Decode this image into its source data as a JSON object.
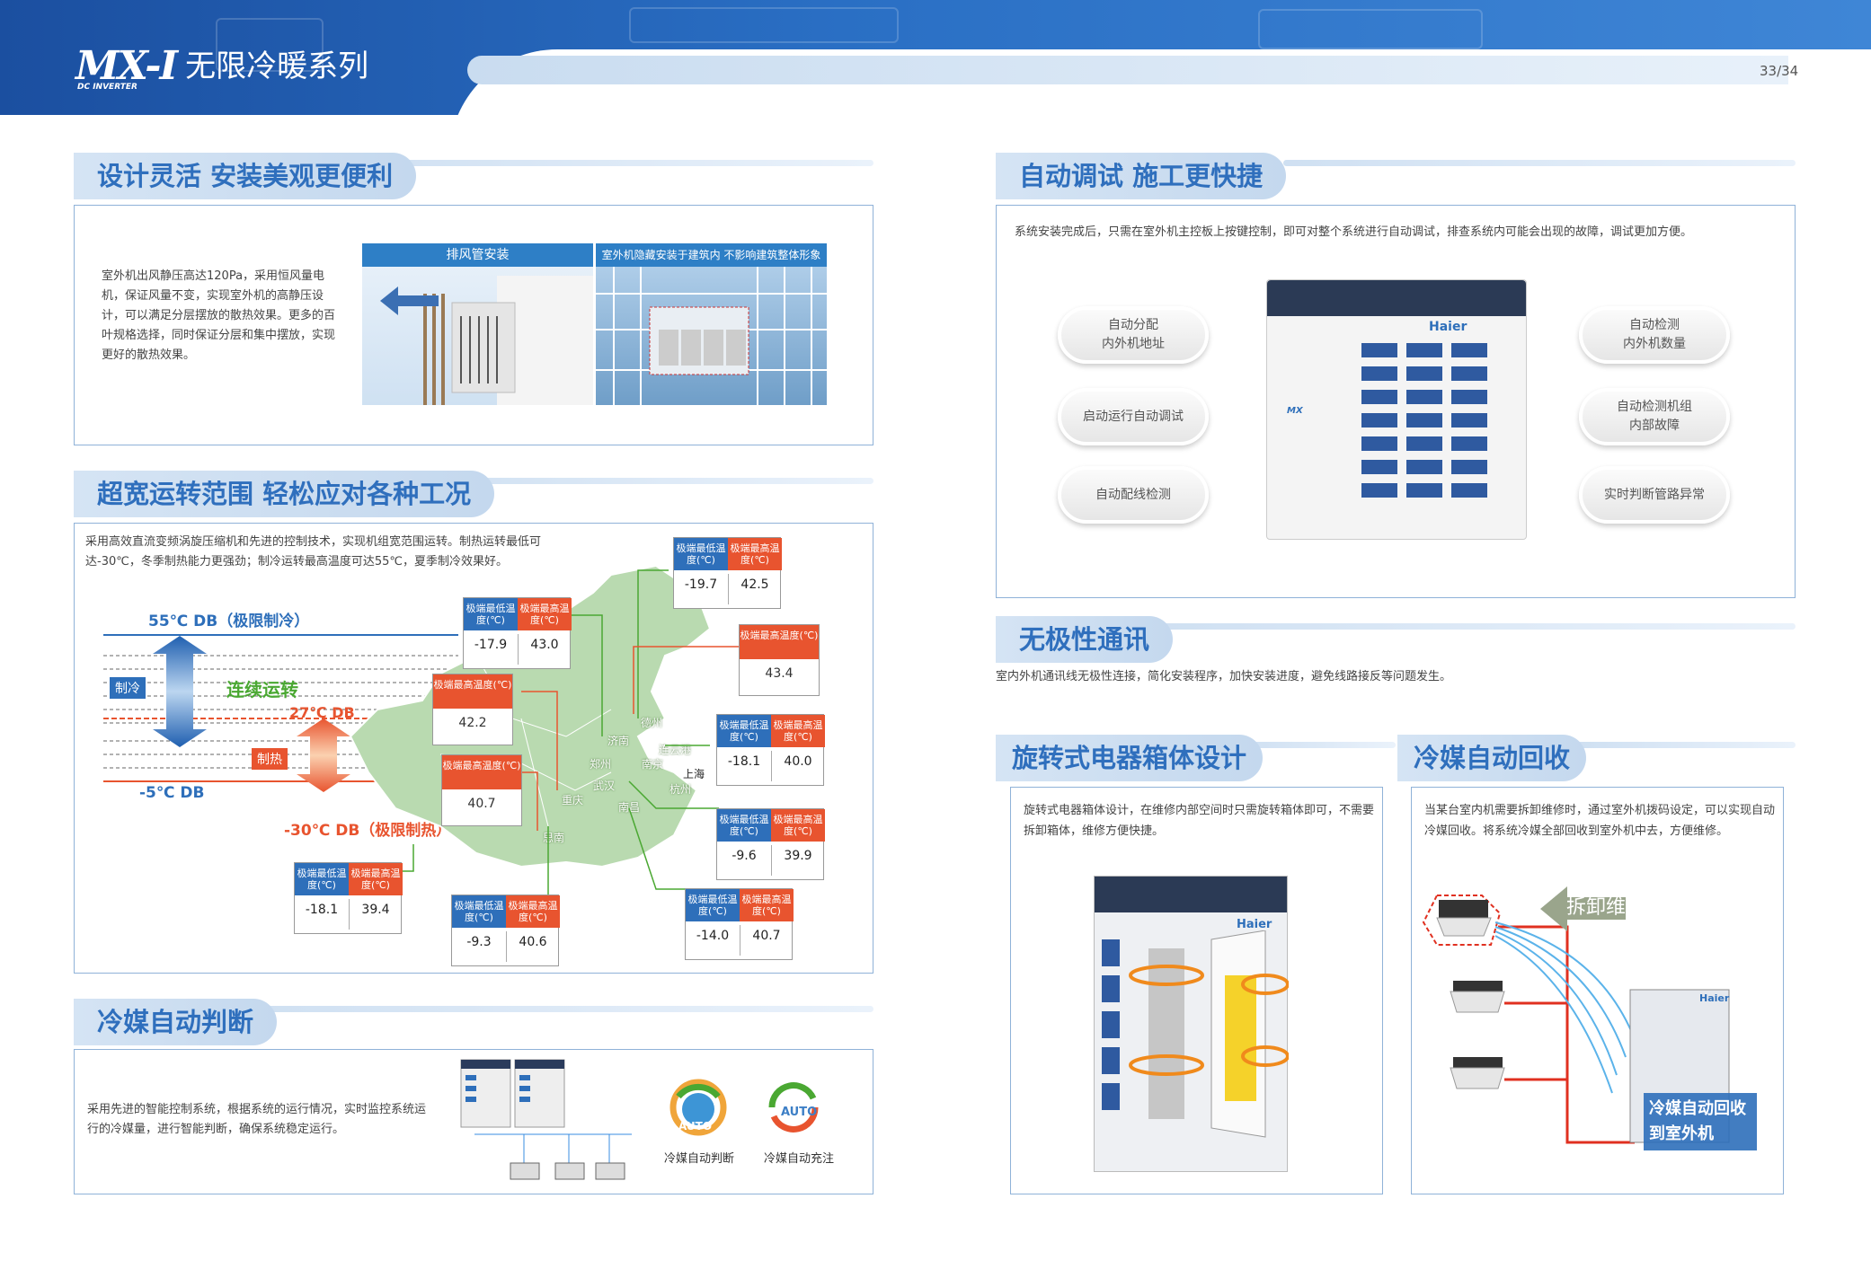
{
  "header": {
    "logo": "MX-I",
    "logo_sub": "DC INVERTER",
    "title": "无限冷暖系列",
    "page": "33/34"
  },
  "s1": {
    "title": "设计灵活 安装美观更便利",
    "text": "室外机出风静压高达120Pa，采用恒风量电机，保证风量不变，实现室外机的高静压设计，可以满足分层摆放的散热效果。更多的百叶规格选择，同时保证分层和集中摆放，实现更好的散热效果。",
    "img1_label": "排风管安装",
    "img2_label": "室外机隐藏安装于建筑内 不影响建筑整体形象"
  },
  "s2": {
    "title": "超宽运转范围 轻松应对各种工况",
    "text": "采用高效直流变频涡旋压缩机和先进的控制技术，实现机组宽范围运转。制热运转最低可达-30℃，冬季制热能力更强劲；制冷运转最高温度可达55℃，夏季制冷效果好。",
    "diagram": {
      "top": "55℃ DB（极限制冷）",
      "cool": "制冷",
      "continuous": "连续运转",
      "mid": "27℃ DB",
      "heat": "制热",
      "low": "-5℃ DB",
      "bottom": "-30℃ DB（极限制热）"
    },
    "h_low": "极端最低温度(℃)",
    "h_high": "极端最高温度(℃)",
    "cities": [
      "济南",
      "德州",
      "郑州",
      "南京",
      "连云港",
      "上海",
      "武汉",
      "杭州",
      "南昌",
      "重庆",
      "思南"
    ],
    "cards": [
      {
        "lo": "-19.7",
        "hi": "42.5"
      },
      {
        "lo": "-17.9",
        "hi": "43.0"
      },
      {
        "hi": "43.4"
      },
      {
        "hi": "42.2"
      },
      {
        "lo": "-18.1",
        "hi": "40.0"
      },
      {
        "hi": "40.7"
      },
      {
        "lo": "-9.6",
        "hi": "39.9"
      },
      {
        "lo": "-18.1",
        "hi": "39.4"
      },
      {
        "lo": "-9.3",
        "hi": "40.6"
      },
      {
        "lo": "-14.0",
        "hi": "40.7"
      }
    ]
  },
  "s3": {
    "title": "冷媒自动判断",
    "text": "采用先进的智能控制系统，根据系统的运行情况，实时监控系统运行的冷媒量，进行智能判断，确保系统稳定运行。",
    "icon1": "AUTO",
    "icon1_label": "冷媒自动判断",
    "icon2": "AUTO",
    "icon2_label": "冷媒自动充注"
  },
  "s4": {
    "title": "自动调试 施工更快捷",
    "text": "系统安装完成后，只需在室外机主控板上按键控制，即可对整个系统进行自动调试，排查系统内可能会出现的故障，调试更加方便。",
    "left": [
      [
        "自动分配",
        "内外机地址"
      ],
      [
        "启动运行自动调试"
      ],
      [
        "自动配线检测"
      ]
    ],
    "right": [
      [
        "自动检测",
        "内外机数量"
      ],
      [
        "自动检测机组",
        "内部故障"
      ],
      [
        "实时判断管路异常"
      ]
    ],
    "brand": "Haier",
    "model": "MX"
  },
  "s5": {
    "title": "无极性通讯",
    "text": "室内外机通讯线无极性连接，简化安装程序，加快安装进度，避免线路接反等问题发生。"
  },
  "s6": {
    "title": "旋转式电器箱体设计",
    "text": "旋转式电器箱体设计，在维修内部空间时只需旋转箱体即可，不需要拆卸箱体，维修方便快捷。",
    "brand": "Haier"
  },
  "s7": {
    "title": "冷媒自动回收",
    "text": "当某台室内机需要拆卸维修时，通过室外机拨码设定，可以实现自动冷媒回收。将系统冷媒全部回收到室外机中去，方便维修。",
    "repair": "拆卸维修中",
    "recover": "冷媒自动回收到室外机",
    "brand": "Haier"
  },
  "colors": {
    "blue": "#2e6fba",
    "orange": "#e8542f",
    "green": "#4aa832",
    "map": "#b9dab0"
  }
}
